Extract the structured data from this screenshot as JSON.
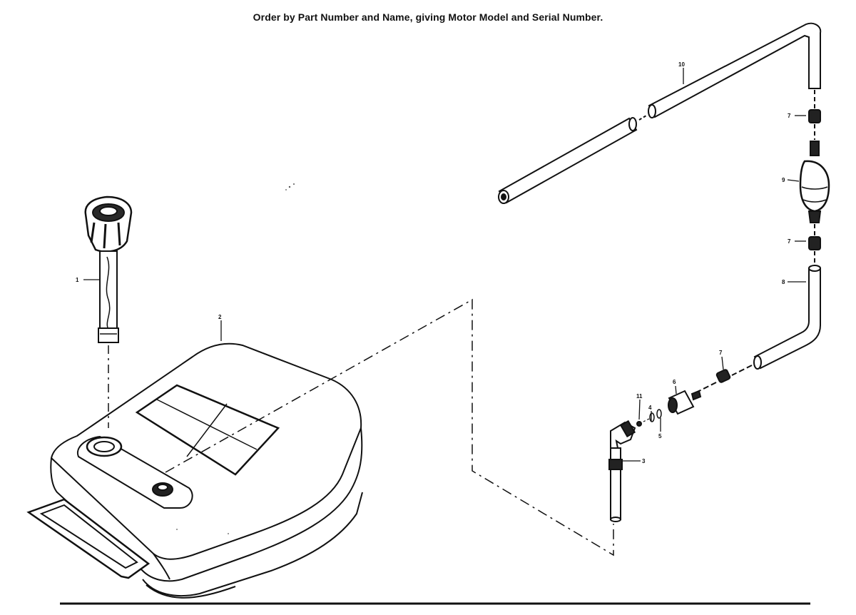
{
  "header": {
    "instruction": "Order by Part Number and Name, giving Motor Model and Serial Number."
  },
  "callouts": {
    "part_1": "1",
    "part_2": "2",
    "part_3": "3",
    "part_4": "4",
    "part_5": "5",
    "part_6": "6",
    "part_7a": "7",
    "part_7b": "7",
    "part_7c": "7",
    "part_8": "8",
    "part_9": "9",
    "part_10": "10",
    "part_11": "11"
  },
  "colors": {
    "ink": "#111111",
    "paper": "#ffffff"
  }
}
